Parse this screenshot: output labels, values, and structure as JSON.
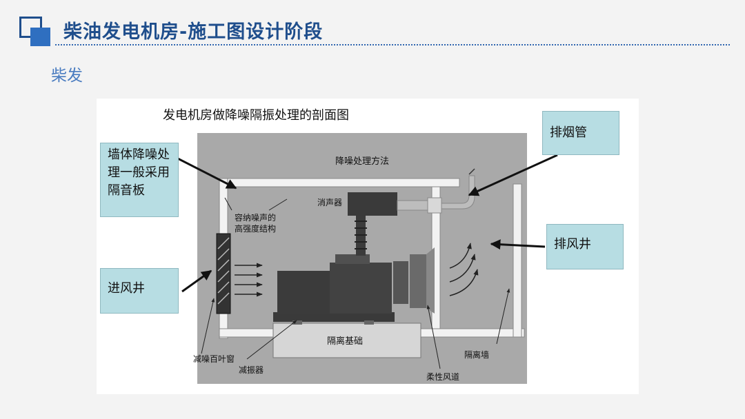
{
  "header": {
    "title": "柴油发电机房-施工图设计阶段",
    "subtitle": "柴发"
  },
  "figure": {
    "caption": "发电机房做降噪隔振处理的剖面图",
    "labels": {
      "method": "降噪处理方法",
      "muffler": "消声器",
      "structure_line1": "容纳噪声的",
      "structure_line2": "高强度结构",
      "foundation": "隔离基础",
      "louver": "减噪百叶窗",
      "damper": "减振器",
      "flex_duct": "柔性风道",
      "isolation_wall": "隔离墙"
    },
    "callouts": {
      "wall_treatment": "墙体降噪处理一般采用隔音板",
      "exhaust_pipe": "排烟管",
      "intake_shaft": "进风井",
      "exhaust_shaft": "排风井"
    }
  }
}
